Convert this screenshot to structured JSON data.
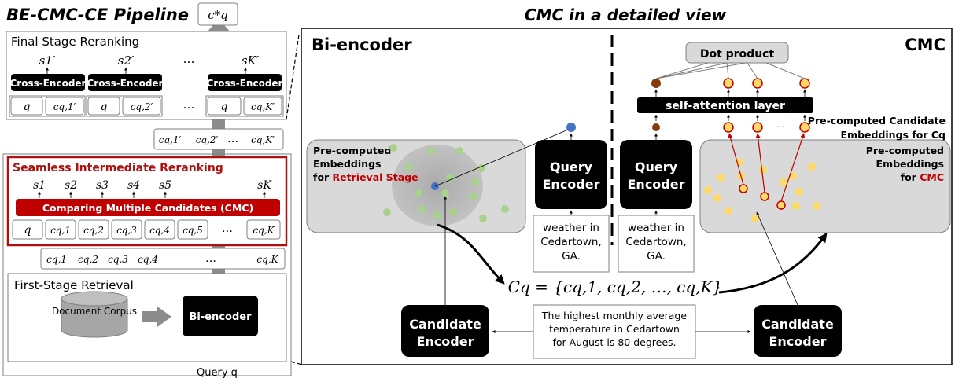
{
  "left_panel": {
    "title": "BE-CMC-CE Pipeline",
    "top_output": "c*q",
    "final_stage": {
      "label": "Final Stage Reranking",
      "scores": [
        "s1′",
        "s2′",
        "…",
        "sK′"
      ],
      "encoders": [
        "Cross-Encoder",
        "Cross-Encoder",
        "Cross-Encoder"
      ],
      "pairs": [
        {
          "q": "q",
          "c": "cq,1′"
        },
        {
          "q": "q",
          "c": "cq,2′"
        },
        {
          "q": "q",
          "c": "cq,K′"
        }
      ],
      "ellipsis": "…"
    },
    "reranked_list": [
      "cq,1′",
      "cq,2′",
      "…",
      "cq,K′"
    ],
    "intermediate_stage": {
      "label": "Seamless Intermediate Reranking",
      "scores": [
        "s1",
        "s2",
        "s3",
        "s4",
        "s5",
        "sK"
      ],
      "cmc_bar": "Comparing Multiple Candidates (CMC)",
      "inputs": [
        "q",
        "cq,1",
        "cq,2",
        "cq,3",
        "cq,4",
        "cq,5",
        "…",
        "cq,K"
      ]
    },
    "retrieved_list": [
      "cq,1",
      "cq,2",
      "cq,3",
      "cq,4",
      "…",
      "cq,K"
    ],
    "first_stage": {
      "label": "First-Stage Retrieval",
      "corpus": "Document Corpus",
      "encoder": "Bi-encoder"
    },
    "query_label": "Query q"
  },
  "right_panel": {
    "title": "CMC in a detailed view",
    "biencoder_label": "Bi-encoder",
    "cmc_label": "CMC",
    "retrieval_box": {
      "line1": "Pre-computed",
      "line2": "Embeddings",
      "line3_prefix": "for ",
      "line3_highlight": "Retrieval Stage"
    },
    "query_encoder": "Query Encoder",
    "query_text": "weather in Cedartown, GA.",
    "candidate_set": "Cq = {cq,1, cq,2, …, cq,K}",
    "candidate_encoder": "Candidate Encoder",
    "candidate_text": "The highest monthly average temperature in Cedartown for August is 80 degrees.",
    "dot_product": "Dot product",
    "self_attention": "self-attention layer",
    "ellipsis": "…",
    "precomputed_candidates": "Pre-computed Candidate Embeddings for Cq",
    "cmc_box": {
      "line1": "Pre-computed",
      "line2": "Embeddings",
      "line3_prefix": "for ",
      "line3_highlight": "CMC"
    }
  },
  "colors": {
    "dark_red": "#b01010",
    "red": "#c00000",
    "black": "#000000",
    "gray_arrow": "#8c8c8c",
    "light_panel": "#d9d9d9",
    "green_dot": "#a9d18e",
    "yellow_dot": "#ffd966",
    "blue_dot": "#4472c4",
    "brown_dot": "#843c0c"
  }
}
